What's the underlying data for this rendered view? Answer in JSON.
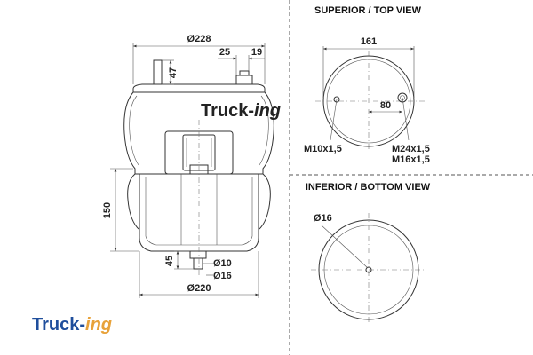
{
  "side_view": {
    "dims": {
      "top_diameter": "Ø228",
      "stud_offset_a": "25",
      "stud_offset_b": "19",
      "stud_height": "47",
      "height": "150",
      "bottom_height": "45",
      "bottom_hole_small": "Ø10",
      "bottom_hole_large": "Ø16",
      "bottom_diameter": "Ø220"
    },
    "watermark": {
      "brand": "Truck-",
      "suffix": "ing"
    }
  },
  "top_view": {
    "title": "SUPERIOR / TOP VIEW",
    "dim_width": "161",
    "dim_offset": "80",
    "thread_left": "M10x1,5",
    "thread_right_1": "M24x1,5",
    "thread_right_2": "M16x1,5"
  },
  "bottom_view": {
    "title": "INFERIOR / BOTTOM VIEW",
    "hole": "Ø16"
  },
  "logo": {
    "brand": "Truck-",
    "suffix": "ing",
    "brand_color": "#1f4e9c",
    "suffix_color": "#e8a23a"
  }
}
